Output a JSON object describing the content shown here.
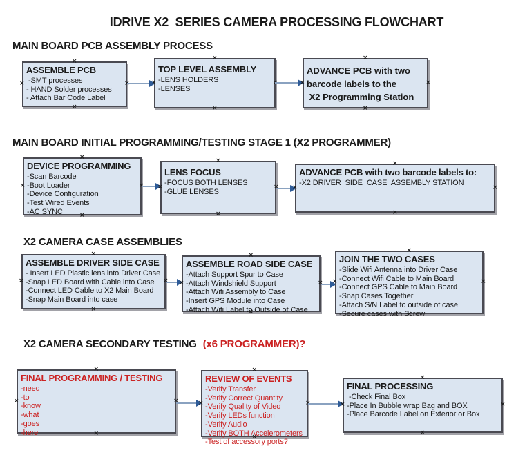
{
  "title": "IDRIVE X2  SERIES CAMERA PROCESSING FLOWCHART",
  "colors": {
    "box_fill": "#dbe5f1",
    "box_border": "#4a4a52",
    "arrow_line": "#8aa2c0",
    "arrow_head": "#2e5b97",
    "red_text": "#cb2222"
  },
  "sections": [
    {
      "heading": "MAIN BOARD PCB ASSEMBLY PROCESS",
      "boxes": [
        {
          "title": "ASSEMBLE PCB",
          "items": [
            " -SMT processes",
            "- HAND Solder processes",
            "- Attach Bar Code Label"
          ]
        },
        {
          "title": "TOP LEVEL ASSEMBLY",
          "items": [
            "-LENS HOLDERS",
            "-LENSES"
          ]
        },
        {
          "title_lines": [
            "ADVANCE PCB with two",
            "barcode labels to the",
            " X2 Programming Station"
          ]
        }
      ]
    },
    {
      "heading": "MAIN BOARD INITIAL PROGRAMMING/TESTING STAGE 1 (X2 PROGRAMMER)",
      "boxes": [
        {
          "title": "DEVICE PROGRAMMING",
          "items": [
            "-Scan Barcode",
            "-Boot Loader",
            "-Device Configuration",
            "-Test Wired Events",
            "-AC SYNC"
          ]
        },
        {
          "title": "LENS FOCUS",
          "items": [
            "-FOCUS BOTH LENSES",
            "-GLUE LENSES"
          ]
        },
        {
          "title": "ADVANCE PCB with two barcode labels to:",
          "items": [
            "-X2 DRIVER  SIDE  CASE  ASSEMBLY STATION"
          ]
        }
      ]
    },
    {
      "heading": "X2 CAMERA CASE ASSEMBLIES",
      "boxes": [
        {
          "title": "ASSEMBLE DRIVER SIDE CASE",
          "items": [
            "- Insert LED Plastic lens into Driver Case",
            "-Snap LED Board with Cable into Case",
            "-Connect LED Cable to X2 Main Board",
            "-Snap Main Board into case"
          ]
        },
        {
          "title": "ASSEMBLE ROAD SIDE CASE",
          "items": [
            "-Attach Support Spur to Case",
            "-Attach Windshield Support",
            "-Attach Wifi Assembly to Case",
            "-Insert GPS Module into Case",
            "-Attach Wifi Label to Outside of Case"
          ]
        },
        {
          "title": "JOIN THE TWO CASES",
          "items": [
            "-Slide Wifi Antenna into Driver Case",
            "-Connect Wifi Cable to Main Board",
            "-Connect GPS Cable to Main Board",
            "-Snap Cases Together",
            "-Attach S/N Label to outside of case",
            "-Secure cases with Screw"
          ]
        }
      ]
    },
    {
      "heading": "X2 CAMERA SECONDARY TESTING",
      "heading_suffix": "(x6 PROGRAMMER)?",
      "boxes": [
        {
          "title": "FINAL PROGRAMMING / TESTING",
          "items": [
            "-need",
            "-to",
            "-know",
            "-what",
            "-goes",
            "-here"
          ]
        },
        {
          "title": "REVIEW OF EVENTS",
          "items": [
            "-Verify Transfer",
            "-Verify Correct Quantity",
            "-Verify Quality of Video",
            "-Verify LEDs function",
            "-Verify Audio",
            "-Verify BOTH Accelerometers",
            "-Test of accessory ports?"
          ]
        },
        {
          "title": "FINAL PROCESSING",
          "items": [
            " -Check Final Box",
            "-Place In Bubble wrap Bag and BOX",
            "-Place Barcode Label on Exterior or Box"
          ]
        }
      ]
    }
  ]
}
